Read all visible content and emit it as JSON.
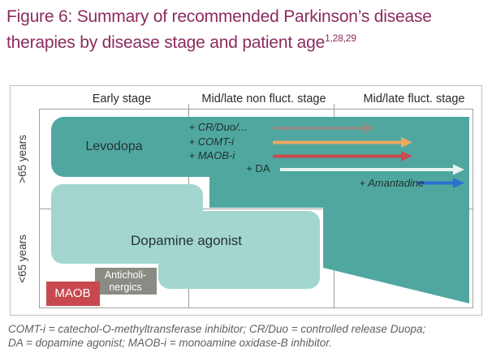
{
  "title": {
    "line1": "Figure 6: Summary of recommended Parkinson’s disease",
    "line2": "therapies by disease stage and patient age",
    "reference_superscript": "1,28,29"
  },
  "stage_headers": {
    "early": "Early stage",
    "mid_non_fluct": "Mid/late non fluct. stage",
    "mid_fluct": "Mid/late fluct. stage"
  },
  "age_axis": {
    "over_65": ">65 years",
    "under_65": "<65 years"
  },
  "therapies": {
    "levodopa": "Levodopa",
    "dopamine_agonist": "Dopamine agonist",
    "maob": "MAOB",
    "anticholinergics_line1": "Anticholi-",
    "anticholinergics_line2": "nergics"
  },
  "additions": [
    {
      "label": "+ CR/Duo/...",
      "arrow_color": "#8e8e88"
    },
    {
      "label": "+ COMT-i",
      "arrow_color": "#ecaa60"
    },
    {
      "label": "+ MAOB-i",
      "arrow_color": "#cb4a4e"
    },
    {
      "label": "+ DA",
      "arrow_color": "#e9f4f2"
    },
    {
      "label": "+ Amantadine",
      "arrow_color": "#2e6fd2"
    }
  ],
  "footnote": {
    "line1": "COMT-i = catechol-O-methyltransferase inhibitor; CR/Duo = controlled release Duopa;",
    "line2": "DA = dopamine agonist; MAOB-i = monoamine oxidase-B inhibitor."
  },
  "colors": {
    "title_text": "#8c2b5e",
    "dark_teal": "#50a7a0",
    "light_teal": "#a3d6cf",
    "maob_red": "#c7494f",
    "anticholinergics_gray": "#8b8b84",
    "border_outer": "#c6beba",
    "border_inner": "#a2a29c",
    "grid_line": "#9e9e98",
    "footnote_text": "#5f5f5f"
  }
}
